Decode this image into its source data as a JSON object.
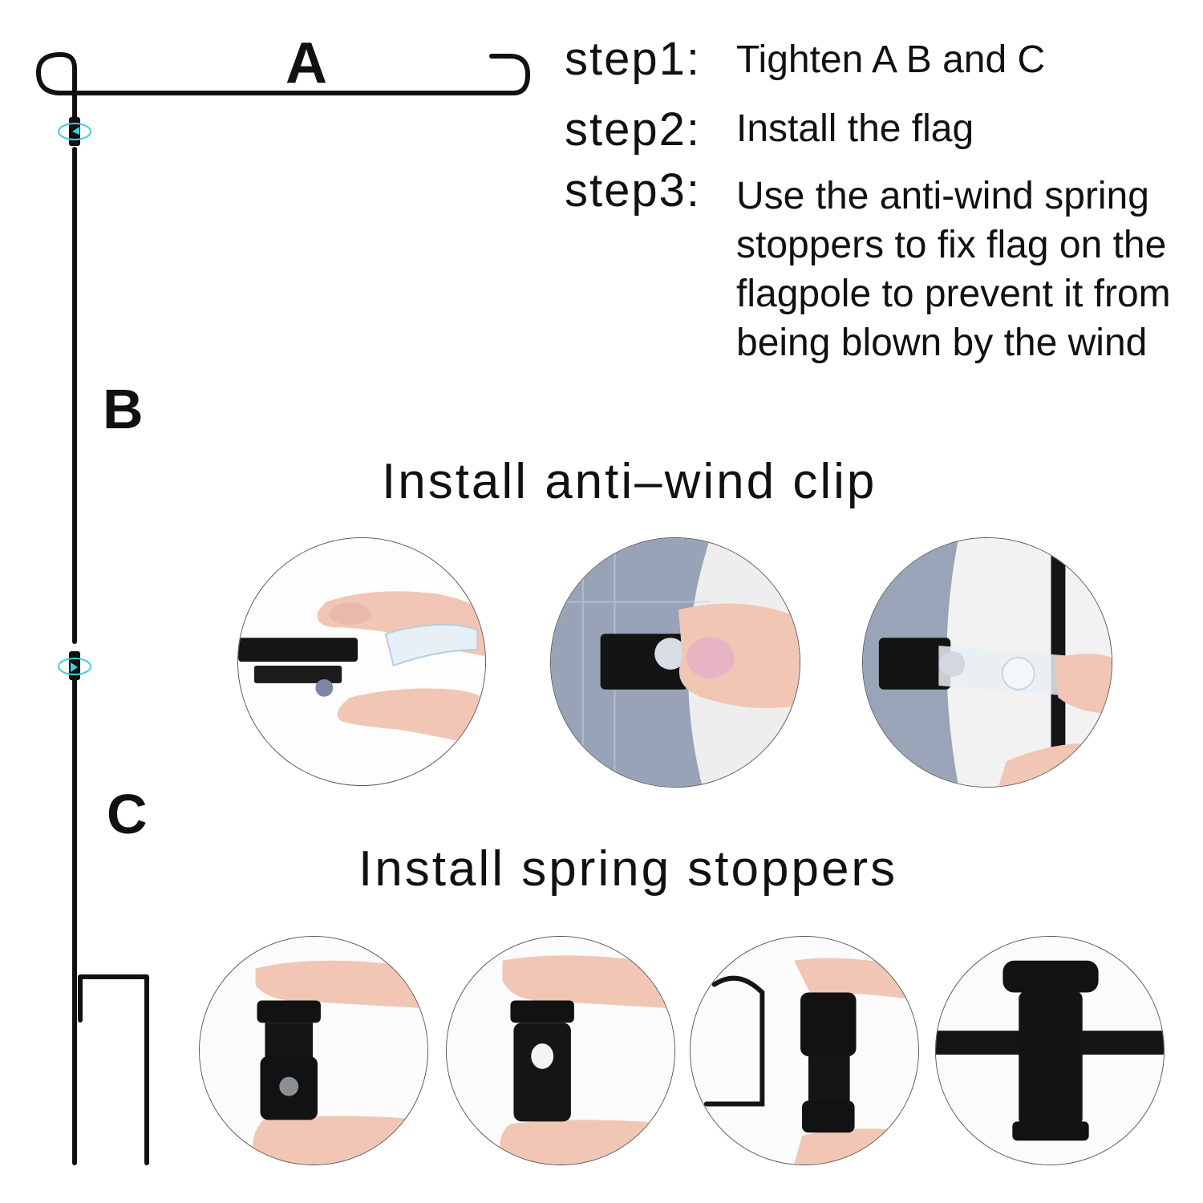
{
  "parts": {
    "a": "A",
    "b": "B",
    "c": "C"
  },
  "steps": [
    {
      "label": "step1:",
      "text": "Tighten A B and C"
    },
    {
      "label": "step2:",
      "text": "Install the flag"
    },
    {
      "label": "step3:",
      "text": "Use the anti-wind spring stoppers to fix flag on the flagpole to prevent it from being blown by the wind"
    }
  ],
  "sections": {
    "clip_title": "Install anti–wind clip",
    "stopper_title": "Install spring stoppers"
  },
  "colors": {
    "pole": "#111111",
    "joint_ring": "#3fd0dc",
    "skin": "#f2c9b8",
    "nail": "#e9b3c1",
    "fabric": "#9aa4b8"
  }
}
